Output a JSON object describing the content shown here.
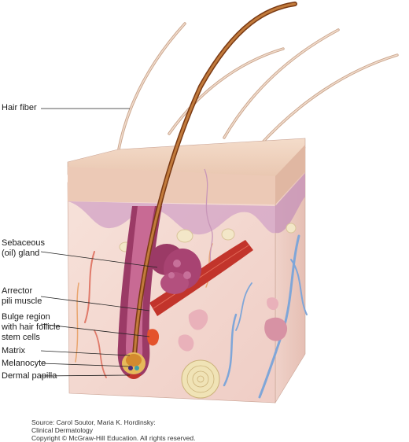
{
  "labels": {
    "hair_fiber": "Hair fiber",
    "sebaceous_gland": "Sebaceous\n(oil) gland",
    "arrector_pili": "Arrector\npili muscle",
    "bulge_region": "Bulge region\nwith hair follicle\nstem cells",
    "matrix": "Matrix",
    "melanocyte": "Melanocyte",
    "dermal_papilla": "Dermal papilla"
  },
  "source": {
    "line1": "Source: Carol Soutor, Maria K. Hordinsky:",
    "line2": "Clinical Dermatology",
    "line3": "Copyright © McGraw-Hill Education. All rights reserved."
  },
  "colors": {
    "epidermis_top": "#efd2bf",
    "epidermis_side": "#e2b9a6",
    "dermis": "#f6dcd4",
    "papillary": "#d6a9c8",
    "hair_shaft": "#a55a24",
    "follicle": "#8a2a57",
    "muscle": "#c2342b",
    "vein": "#7fa6d8",
    "background": "#ffffff"
  }
}
